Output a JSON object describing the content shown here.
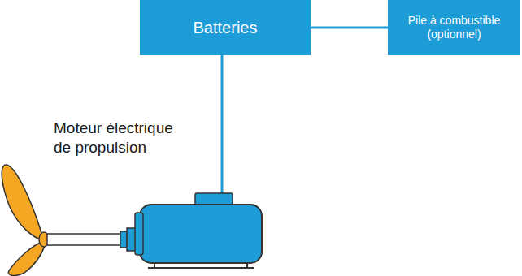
{
  "diagram": {
    "nodes": [
      {
        "text": [
          "Batteries"
        ]
      },
      {
        "text": [
          "Pile à combustible (optionnel)"
        ]
      }
    ],
    "edges": [
      {
        "from": 0,
        "to": 1,
        "arrow": "none"
      }
    ],
    "labels": [
      "Moteur électrique de propulsion"
    ]
  }
}
